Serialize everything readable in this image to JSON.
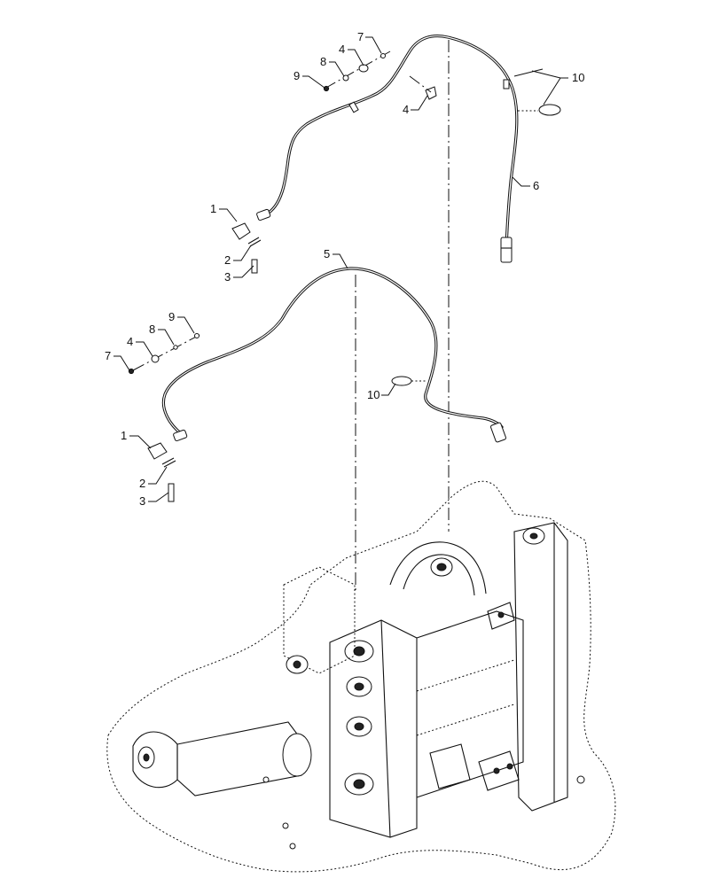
{
  "callouts": {
    "c1_top": "1",
    "c2_top": "2",
    "c3_top": "3",
    "c4_top": "4",
    "c4_top_b": "4",
    "c6": "6",
    "c7_top": "7",
    "c8_top": "8",
    "c9_top": "9",
    "c10_top": "10",
    "c1_mid": "1",
    "c2_mid": "2",
    "c3_mid": "3",
    "c4_mid": "4",
    "c5": "5",
    "c7_mid": "7",
    "c8_mid": "8",
    "c9_mid": "9",
    "c10_mid": "10"
  }
}
